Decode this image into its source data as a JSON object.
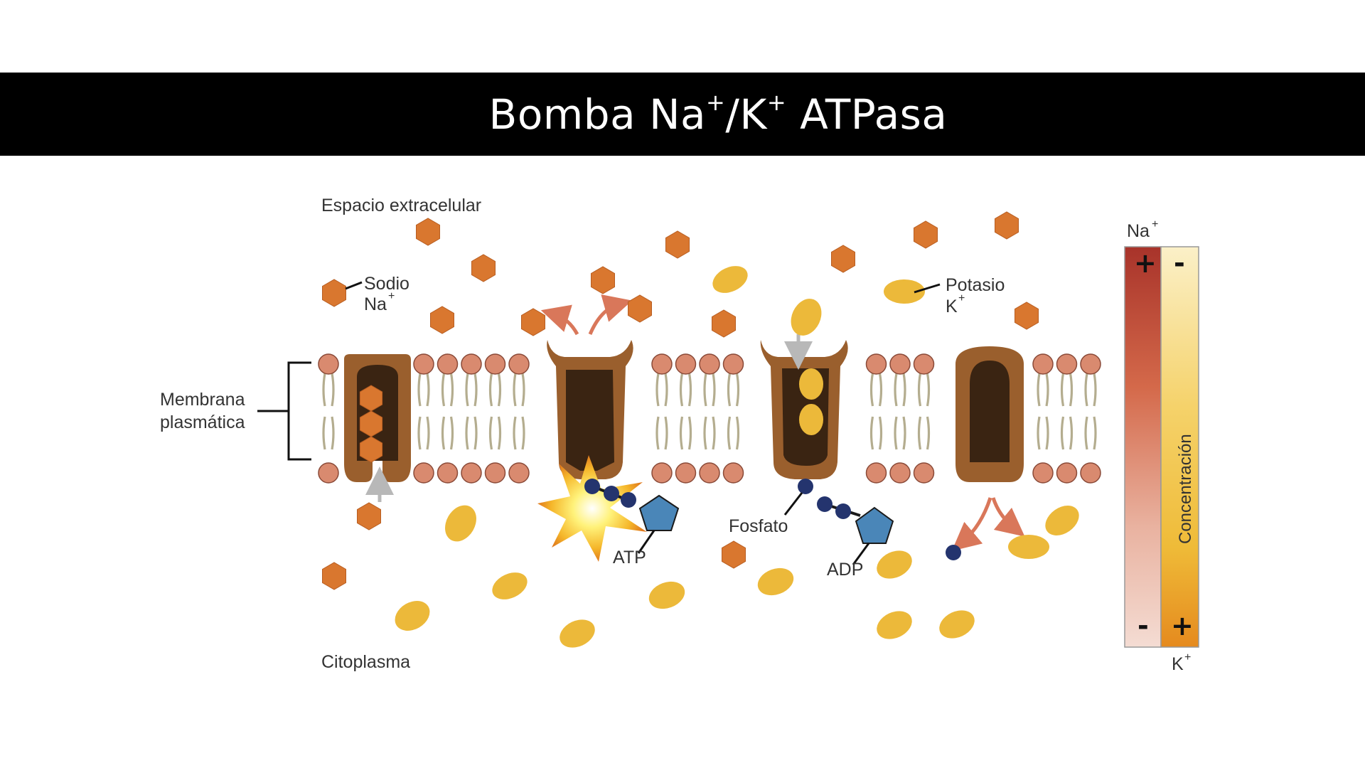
{
  "title": {
    "text": "Bomba Na",
    "sup1": "+",
    "sep": "/K",
    "sup2": "+",
    "rest": " ATPasa"
  },
  "labels": {
    "extracellular": "Espacio extracelular",
    "cytoplasm": "Citoplasma",
    "membrane_line1": "Membrana",
    "membrane_line2": "plasmática",
    "sodium_name": "Sodio",
    "sodium_symbol": "Na",
    "potassium_name": "Potasio",
    "potassium_symbol": "K",
    "superscript_plus": "+",
    "phosphate": "Fosfato",
    "atp": "ATP",
    "adp": "ADP"
  },
  "gradient_bar": {
    "top_label": "Na",
    "bottom_label": "K",
    "axis_label": "Concentración",
    "na_top_sign": "+",
    "na_bottom_sign": "-",
    "k_top_sign": "-",
    "k_bottom_sign": "+"
  },
  "colors": {
    "sodium": "#d9772f",
    "potassium": "#ecb93a",
    "protein": "#9a5f2d",
    "channel": "#3a2412",
    "lipid_head": "#d98a6f",
    "phosphate": "#24346e",
    "atp_pentagon": "#4a86b8",
    "na_gradient_top": "#a8332a",
    "k_gradient_bottom": "#e58a1e"
  },
  "icons": {
    "sodium_ion": "hexagon",
    "potassium_ion": "ellipse",
    "phosphate_group": "circle",
    "ribose": "pentagon",
    "energy_release": "starburst"
  }
}
